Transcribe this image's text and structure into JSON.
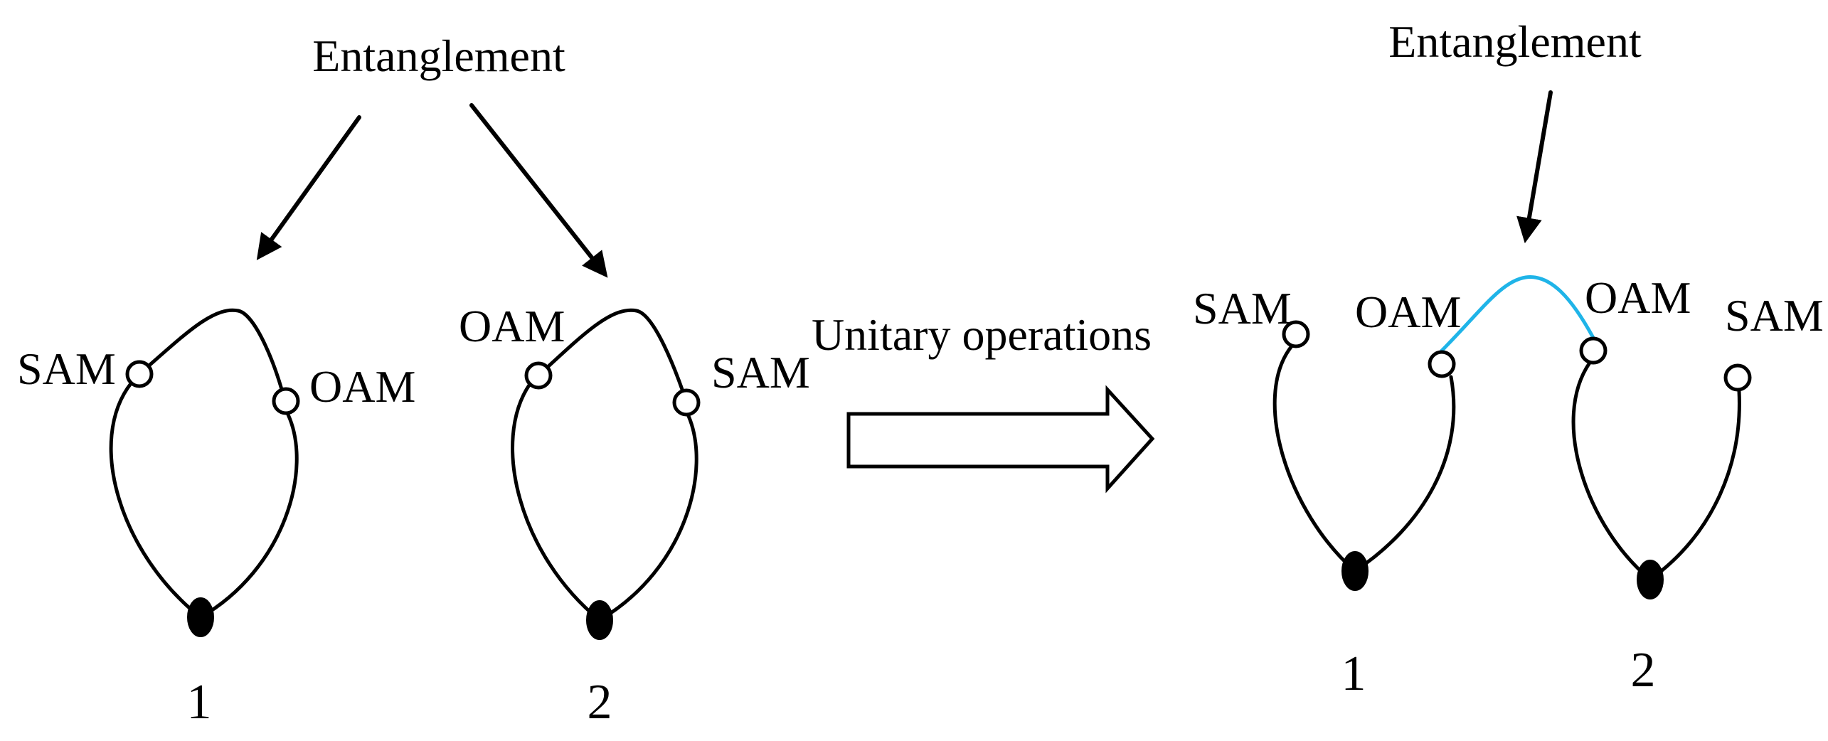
{
  "left_panel": {
    "entanglement_label": "Entanglement",
    "photon_1": {
      "number": "1",
      "left_node_label": "SAM",
      "right_node_label": "OAM"
    },
    "photon_2": {
      "number": "2",
      "left_node_label": "OAM",
      "right_node_label": "SAM"
    }
  },
  "transform": {
    "label": "Unitary operations"
  },
  "right_panel": {
    "entanglement_label": "Entanglement",
    "photon_1": {
      "number": "1",
      "left_node_label": "SAM",
      "right_node_label": "OAM"
    },
    "photon_2": {
      "number": "2",
      "left_node_label": "OAM",
      "right_node_label": "SAM"
    }
  },
  "colors": {
    "entanglement_link": "#1fb4e8",
    "line": "#000000",
    "background": "#ffffff"
  }
}
